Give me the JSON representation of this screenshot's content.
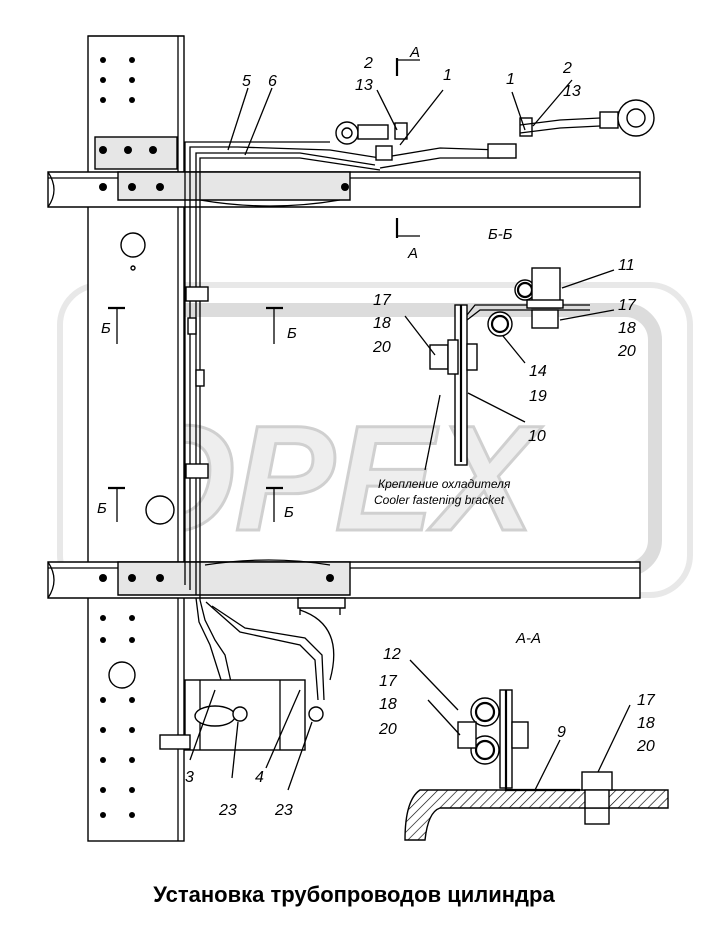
{
  "title": "Установка трубопроводов цилиндра",
  "watermark": "OPEX",
  "section_labels": {
    "view_a": "А",
    "section_bb": "Б-Б",
    "section_aa": "А-А",
    "cut_b": "Б"
  },
  "note": {
    "ru": "Крепление охладителя",
    "en": "Cooler fastening bracket"
  },
  "callouts": {
    "n1": "1",
    "n2": "2",
    "n3": "3",
    "n4": "4",
    "n5": "5",
    "n6": "6",
    "n9": "9",
    "n10": "10",
    "n11": "11",
    "n12": "12",
    "n13": "13",
    "n14": "14",
    "n17": "17",
    "n18": "18",
    "n19": "19",
    "n20": "20",
    "n23": "23"
  },
  "colors": {
    "line": "#000000",
    "watermark_fill": "#eeeeee",
    "watermark_stroke": "#d0d0d0",
    "hatch": "#000000"
  }
}
